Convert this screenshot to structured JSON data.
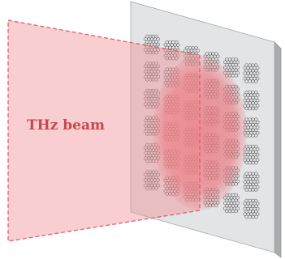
{
  "figure": {
    "beam_label": "THz beam",
    "colors": {
      "beam_fill": "#ee8a8f",
      "beam_edge": "#d9636a",
      "beam_spot": "#ea7d84",
      "beam_text": "#c8474f",
      "plate_face": "#e3e4e6",
      "plate_side": "#a9abae",
      "plate_top": "#cfd1d3",
      "hex_stroke": "#3a3a3a"
    },
    "array": {
      "rows": 6,
      "columns": 6,
      "pattern": "hexagonal-cell-cluster"
    }
  }
}
